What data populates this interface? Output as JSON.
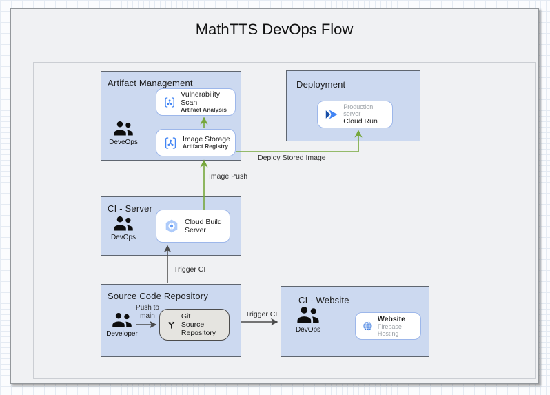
{
  "title": "MathTTS DevOps Flow",
  "groups": {
    "artifact_management": {
      "title": "Artifact Management",
      "actor": "DeveOps",
      "cards": {
        "vulnerability_scan": {
          "title": "Vulnerability Scan",
          "subtitle": "Artifact Analysis"
        },
        "image_storage": {
          "title": "Image Storage",
          "subtitle": "Artifact Registry"
        }
      }
    },
    "deployment": {
      "title": "Deployment",
      "cards": {
        "production_server": {
          "subtitle": "Production server",
          "title": "Cloud Run"
        }
      }
    },
    "ci_server": {
      "title": "CI - Server",
      "actor": "DevOps",
      "cards": {
        "cloud_build": {
          "title": "Cloud Build Server"
        }
      }
    },
    "source_code_repository": {
      "title": "Source Code Repository",
      "actor": "Developer",
      "cards": {
        "git": {
          "title": "Git",
          "subtitle": "Source Repository"
        }
      }
    },
    "ci_website": {
      "title": "CI - Website",
      "actor": "DevOps",
      "cards": {
        "website": {
          "title": "Website",
          "subtitle": "Firebase Hosting"
        }
      }
    }
  },
  "edges": {
    "image_push": "Image Push",
    "deploy_stored_image": "Deploy Stored Image",
    "trigger_ci_server": "Trigger CI",
    "trigger_ci_website": "Trigger CI",
    "push_to_main": "Push to main"
  },
  "colors": {
    "group_fill": "#ccd9f0",
    "group_border": "#5f6670",
    "card_border": "#9db7ea",
    "git_fill": "#e5e4e0",
    "green_arrow": "#76a73c",
    "gray_arrow": "#4a4a4a",
    "icon_blue": "#4285f4",
    "icon_blue_dark": "#174ea6",
    "icon_blue_light": "#aecbfa",
    "globe_blue": "#3f7de0",
    "muted_text": "#9aa0a6"
  }
}
